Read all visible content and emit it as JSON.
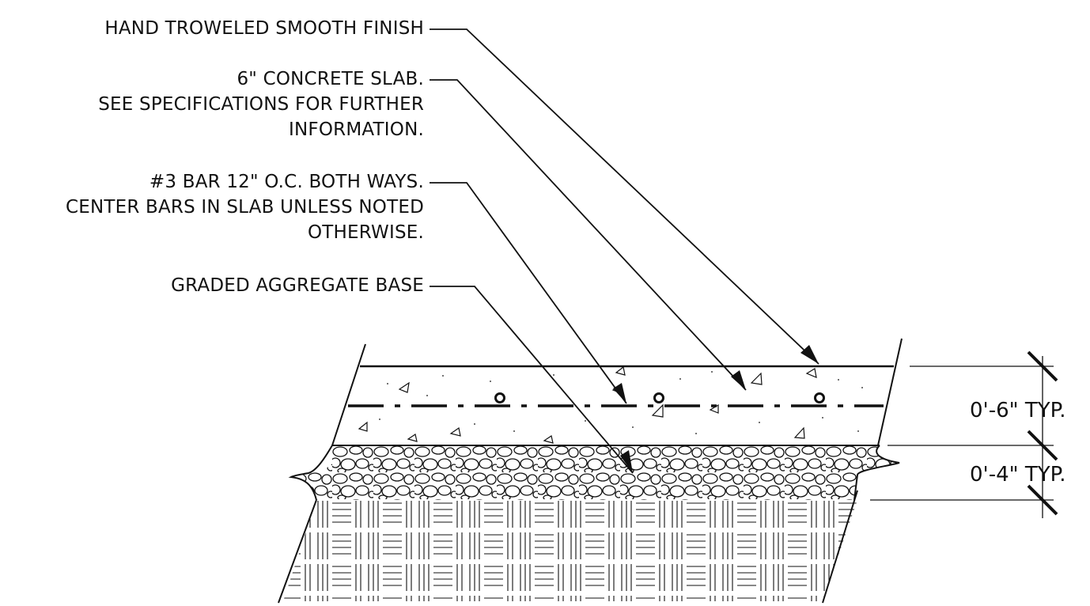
{
  "callouts": [
    {
      "lines": [
        "HAND TROWELED SMOOTH FINISH"
      ]
    },
    {
      "lines": [
        "6\" CONCRETE SLAB.",
        "SEE SPECIFICATIONS FOR FURTHER",
        "INFORMATION."
      ]
    },
    {
      "lines": [
        "#3 BAR 12\" O.C. BOTH WAYS.",
        "CENTER BARS IN SLAB UNLESS NOTED",
        "OTHERWISE."
      ]
    },
    {
      "lines": [
        "GRADED AGGREGATE BASE"
      ]
    }
  ],
  "dimensions": {
    "slab": "0'-6\" TYP.",
    "base": "0'-4\" TYP."
  }
}
